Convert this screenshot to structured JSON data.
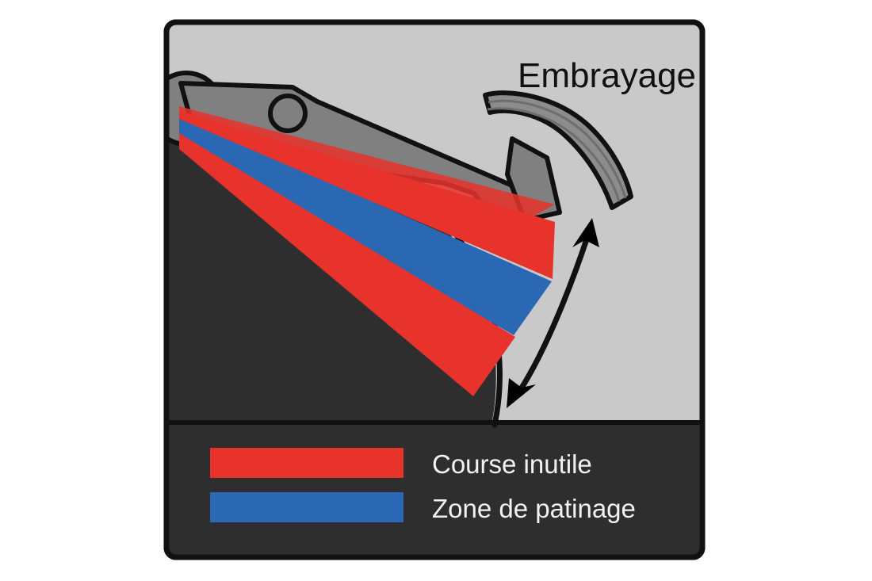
{
  "figure": {
    "title_label": "Embrayage",
    "background_color": "#ffffff",
    "panel_light_color": "#c9c9c9",
    "panel_dark_color": "#2e2e2e",
    "outline_color": "#111111",
    "lever_color": "#808080",
    "lever_dark_color": "#6e6e6e",
    "cable_color": "#8c8c8c",
    "red_color": "#e7332b",
    "blue_color": "#2a68b4",
    "label_text_color": "#111111",
    "legend_text_color": "#f2f2f2"
  },
  "legend": {
    "items": [
      {
        "label": "Course inutile",
        "color": "#e7332b",
        "swatch_name": "red-swatch"
      },
      {
        "label": "Zone de patinage",
        "color": "#2a68b4",
        "swatch_name": "blue-swatch"
      }
    ]
  },
  "annotations": {
    "travel_arrow_name": "lever-travel-double-arrow",
    "pivot_name": "lever-pivot",
    "bolt_hole_name": "lever-bolt-hole"
  },
  "chart_data": {
    "type": "diagram",
    "title": "Embrayage",
    "description": "Vue schematique du levier d'embrayage montrant la course inutile et la zone de patinage",
    "legend": [
      "Course inutile",
      "Zone de patinage"
    ],
    "zones": [
      {
        "name": "Course inutile",
        "color": "#e7332b",
        "count": 2
      },
      {
        "name": "Zone de patinage",
        "color": "#2a68b4",
        "count": 1
      }
    ]
  }
}
